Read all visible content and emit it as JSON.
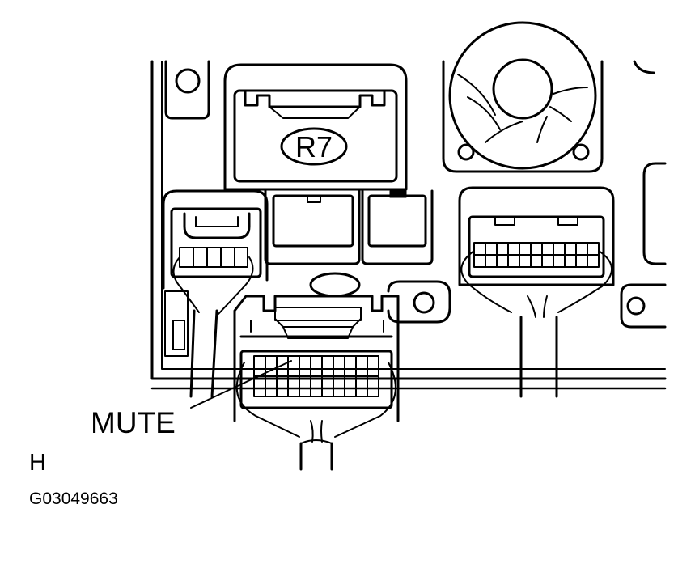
{
  "diagram": {
    "connector_label": "R7",
    "callout_label": "MUTE",
    "view_label": "H",
    "figure_id": "G03049663",
    "colors": {
      "line": "#000000",
      "background": "#ffffff"
    }
  }
}
